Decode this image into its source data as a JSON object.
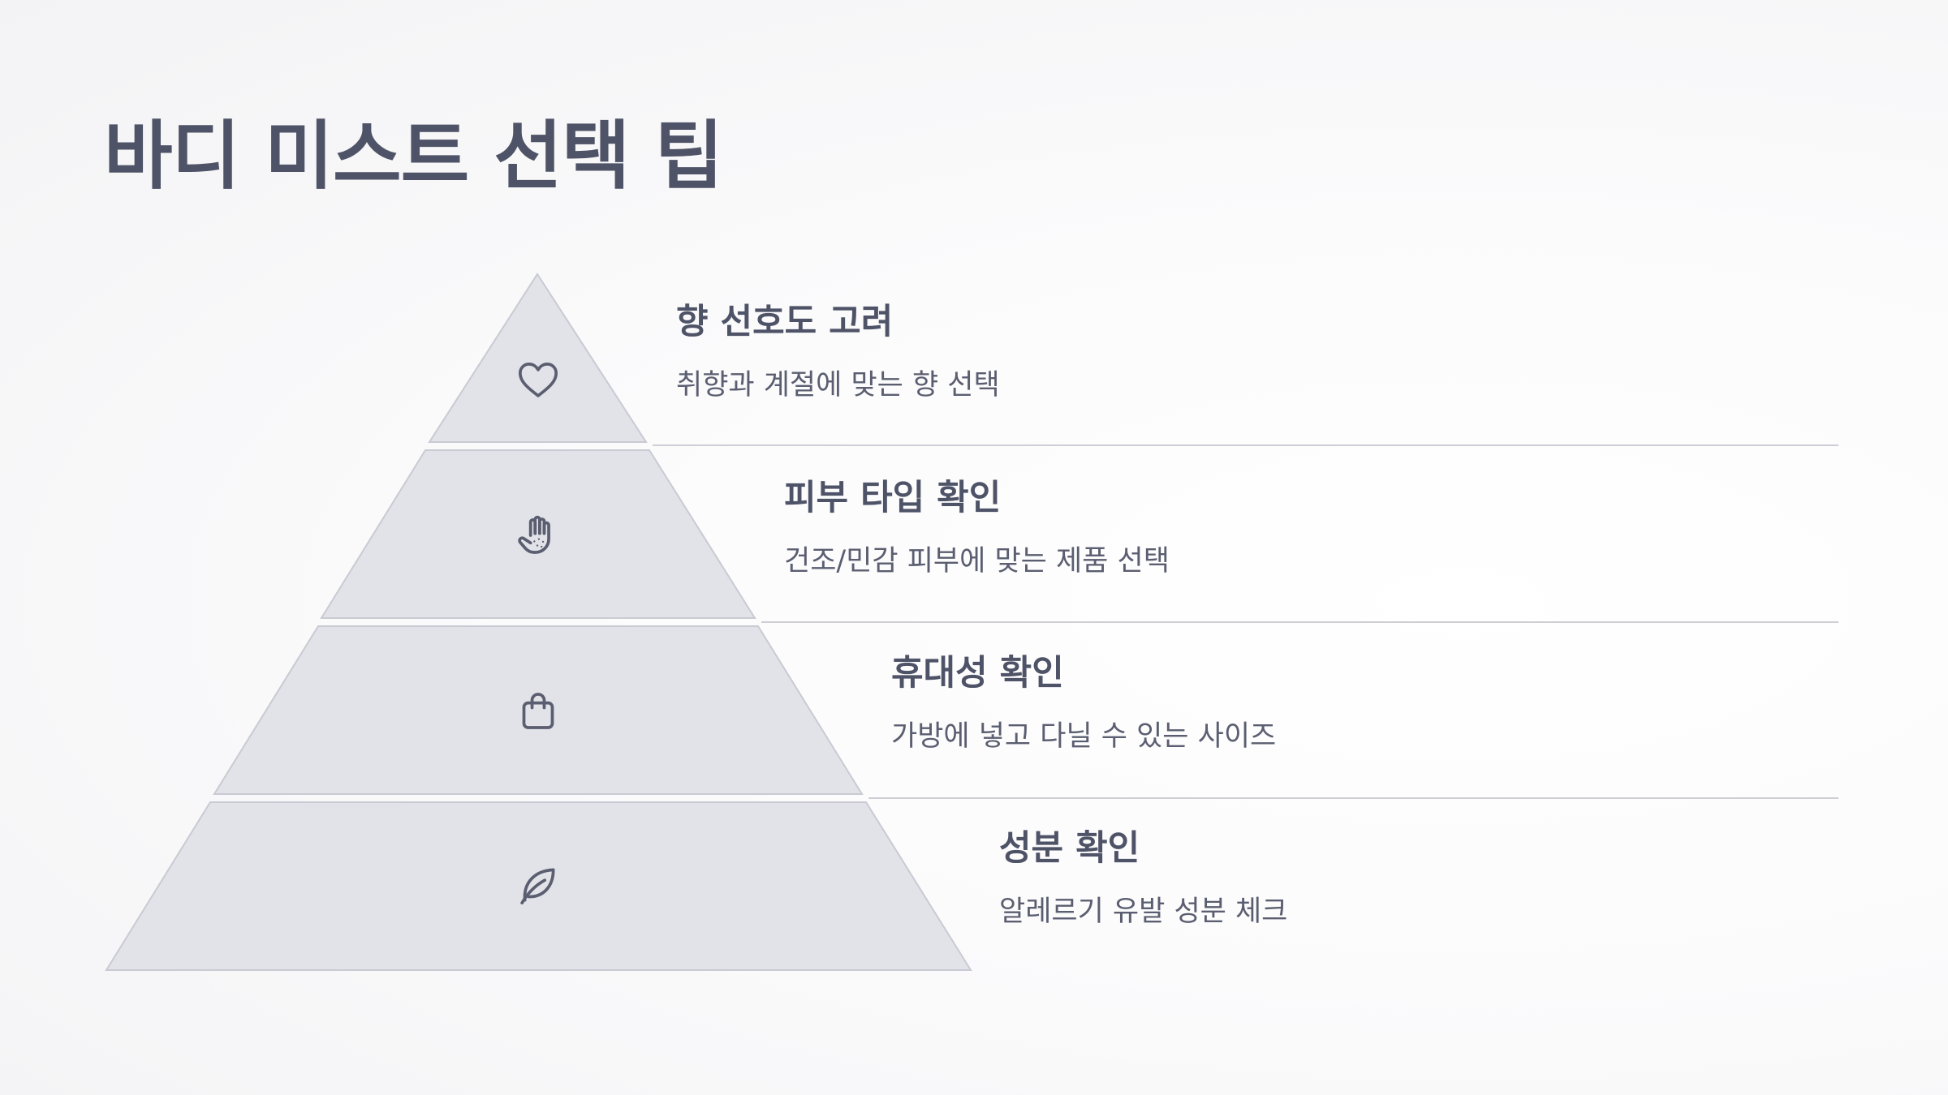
{
  "title": "바디 미스트 선택 팁",
  "tiers": [
    {
      "icon": "heart-icon",
      "title": "향 선호도 고려",
      "desc": "취향과 계절에 맞는 향 선택"
    },
    {
      "icon": "hand-icon",
      "title": "피부 타입 확인",
      "desc": "건조/민감 피부에 맞는 제품 선택"
    },
    {
      "icon": "shopping-bag-icon",
      "title": "휴대성 확인",
      "desc": "가방에 넣고 다닐 수 있는 사이즈"
    },
    {
      "icon": "leaf-icon",
      "title": "성분 확인",
      "desc": "알레르기 유발 성분 체크"
    }
  ],
  "colors": {
    "tier_fill": "#e2e3e8",
    "tier_stroke": "#c9cad3",
    "text": "#4f5367",
    "icon": "#5a5e70"
  }
}
